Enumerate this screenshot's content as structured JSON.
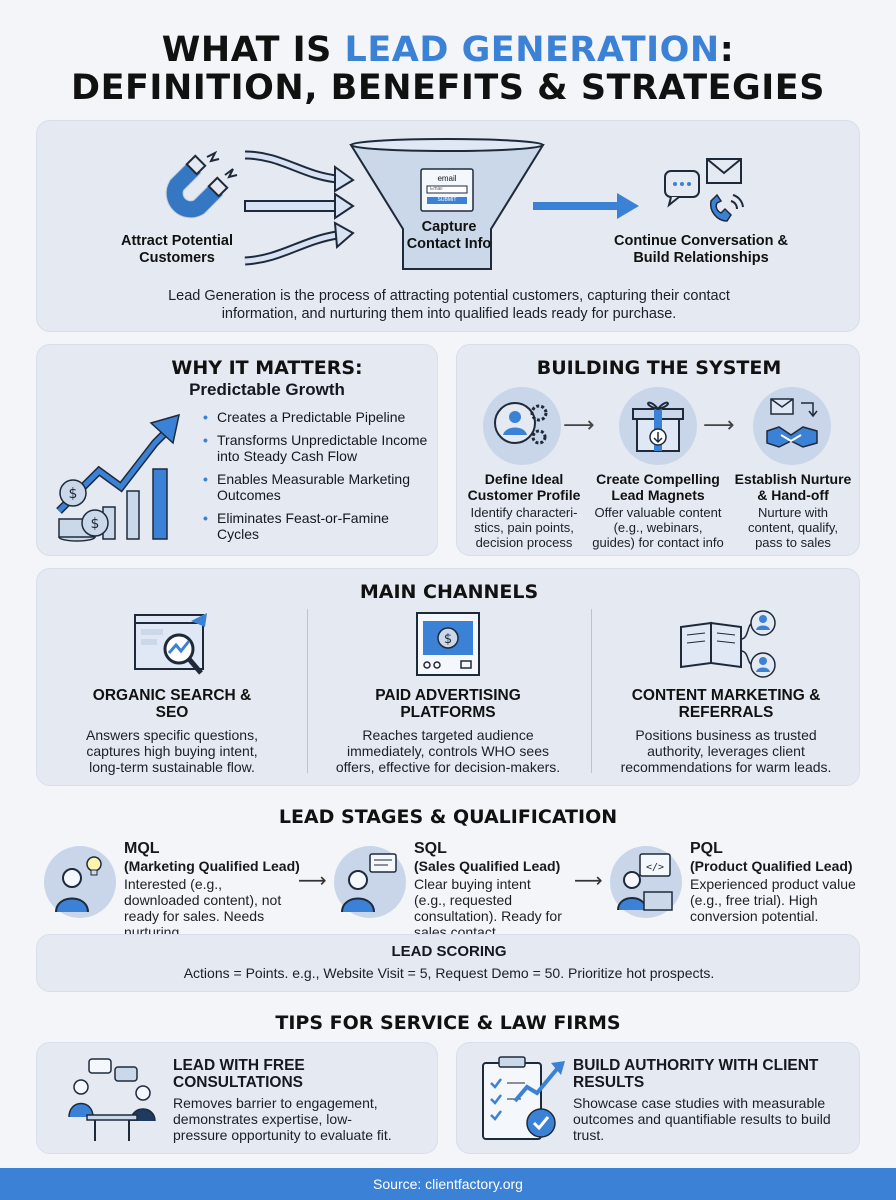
{
  "header": {
    "title_pre": "WHAT IS ",
    "title_highlight": "LEAD GENERATION",
    "title_post": ":",
    "title_line2": "DEFINITION, BENEFITS & STRATEGIES"
  },
  "funnel": {
    "attract_label": "Attract Potential Customers",
    "capture_label": "Capture Contact Info",
    "form_email": "email",
    "form_field": "Email",
    "form_button": "SUBMIT",
    "continue_label": "Continue Conversation & Build Relationships",
    "definition": "Lead Generation is the process of attracting potential customers, capturing their contact information, and nurturing them into qualified leads ready for purchase."
  },
  "why": {
    "title": "WHY IT MATTERS:",
    "subtitle": "Predictable Growth",
    "bullets": [
      "Creates a Predictable Pipeline",
      "Transforms Unpredictable Income into Steady Cash Flow",
      "Enables Measurable Marketing Outcomes",
      "Eliminates Feast-or-Famine Cycles"
    ]
  },
  "system": {
    "title": "BUILDING THE SYSTEM",
    "steps": [
      {
        "title": "Define Ideal Customer Profile",
        "desc": "Identify characteri-stics, pain points, decision process"
      },
      {
        "title": "Create Compelling Lead Magnets",
        "desc": "Offer valuable content (e.g., webinars, guides) for contact info"
      },
      {
        "title": "Establish Nurture & Hand-off",
        "desc": "Nurture with content, qualify, pass to sales"
      }
    ]
  },
  "channels": {
    "title": "MAIN CHANNELS",
    "items": [
      {
        "title": "ORGANIC SEARCH & SEO",
        "desc": "Answers specific questions, captures high buying intent, long-term sustainable flow."
      },
      {
        "title": "PAID ADVERTISING PLATFORMS",
        "desc": "Reaches targeted audience immediately, controls WHO sees offers, effective for decision-makers."
      },
      {
        "title": "CONTENT MARKETING & REFERRALS",
        "desc": "Positions business as trusted authority, leverages client recommendations for warm leads."
      }
    ]
  },
  "stages": {
    "title": "LEAD STAGES & QUALIFICATION",
    "items": [
      {
        "abbr": "MQL",
        "full": "(Marketing Qualified Lead)",
        "desc": "Interested (e.g., downloaded content), not ready for sales. Needs nurturing."
      },
      {
        "abbr": "SQL",
        "full": "(Sales Qualified Lead)",
        "desc": "Clear buying intent (e.g., requested consultation). Ready for sales contact."
      },
      {
        "abbr": "PQL",
        "full": "(Product Qualified Lead)",
        "desc": "Experienced product value (e.g., free trial). High conversion potential."
      }
    ]
  },
  "scoring": {
    "title": "LEAD SCORING",
    "desc": "Actions = Points. e.g., Website Visit = 5, Request Demo = 50. Prioritize hot prospects."
  },
  "tips": {
    "title": "TIPS FOR SERVICE & LAW FIRMS",
    "items": [
      {
        "title": "LEAD WITH FREE CONSULTATIONS",
        "desc": "Removes barrier to engagement, demonstrates expertise, low-pressure opportunity to evaluate fit."
      },
      {
        "title": "BUILD AUTHORITY WITH CLIENT RESULTS",
        "desc": "Showcase case studies with measurable outcomes and quantifiable results to build trust."
      }
    ]
  },
  "footer": {
    "source": "Source: clientfactory.org"
  },
  "colors": {
    "accent": "#3b82d6",
    "panel": "#e4e9f2",
    "icon_bg": "#c9d6ea"
  }
}
